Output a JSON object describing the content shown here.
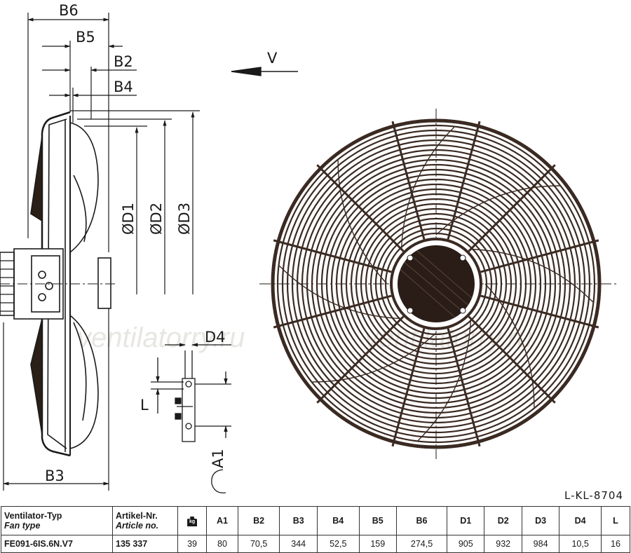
{
  "drawing": {
    "labels": {
      "b6": "B6",
      "b5": "B5",
      "b2": "B2",
      "b4": "B4",
      "d1": "ØD1",
      "d2": "ØD2",
      "d3": "ØD3",
      "view": "V",
      "d4": "D4",
      "l": "L",
      "a1": "A1",
      "b3": "B3"
    },
    "drawing_ref": "L-KL-8704",
    "watermark": "ventilatorry.ru",
    "grille_color": "#3a2a22",
    "hub_color": "#2a1d17"
  },
  "table": {
    "headers": {
      "fan_type_line1": "Ventilator-Typ",
      "fan_type_line2": "Fan type",
      "article_line1": "Artikel-Nr.",
      "article_line2": "Article no.",
      "weight_icon": "kg",
      "cols": [
        "A1",
        "B2",
        "B3",
        "B4",
        "B5",
        "B6",
        "D1",
        "D2",
        "D3",
        "D4",
        "L"
      ]
    },
    "rows": [
      {
        "fan_type": "FE091-6IS.6N.V7",
        "article": "135 337",
        "weight": "39",
        "values": [
          "80",
          "70,5",
          "344",
          "52,5",
          "159",
          "274,5",
          "905",
          "932",
          "984",
          "10,5",
          "16"
        ]
      }
    ]
  }
}
